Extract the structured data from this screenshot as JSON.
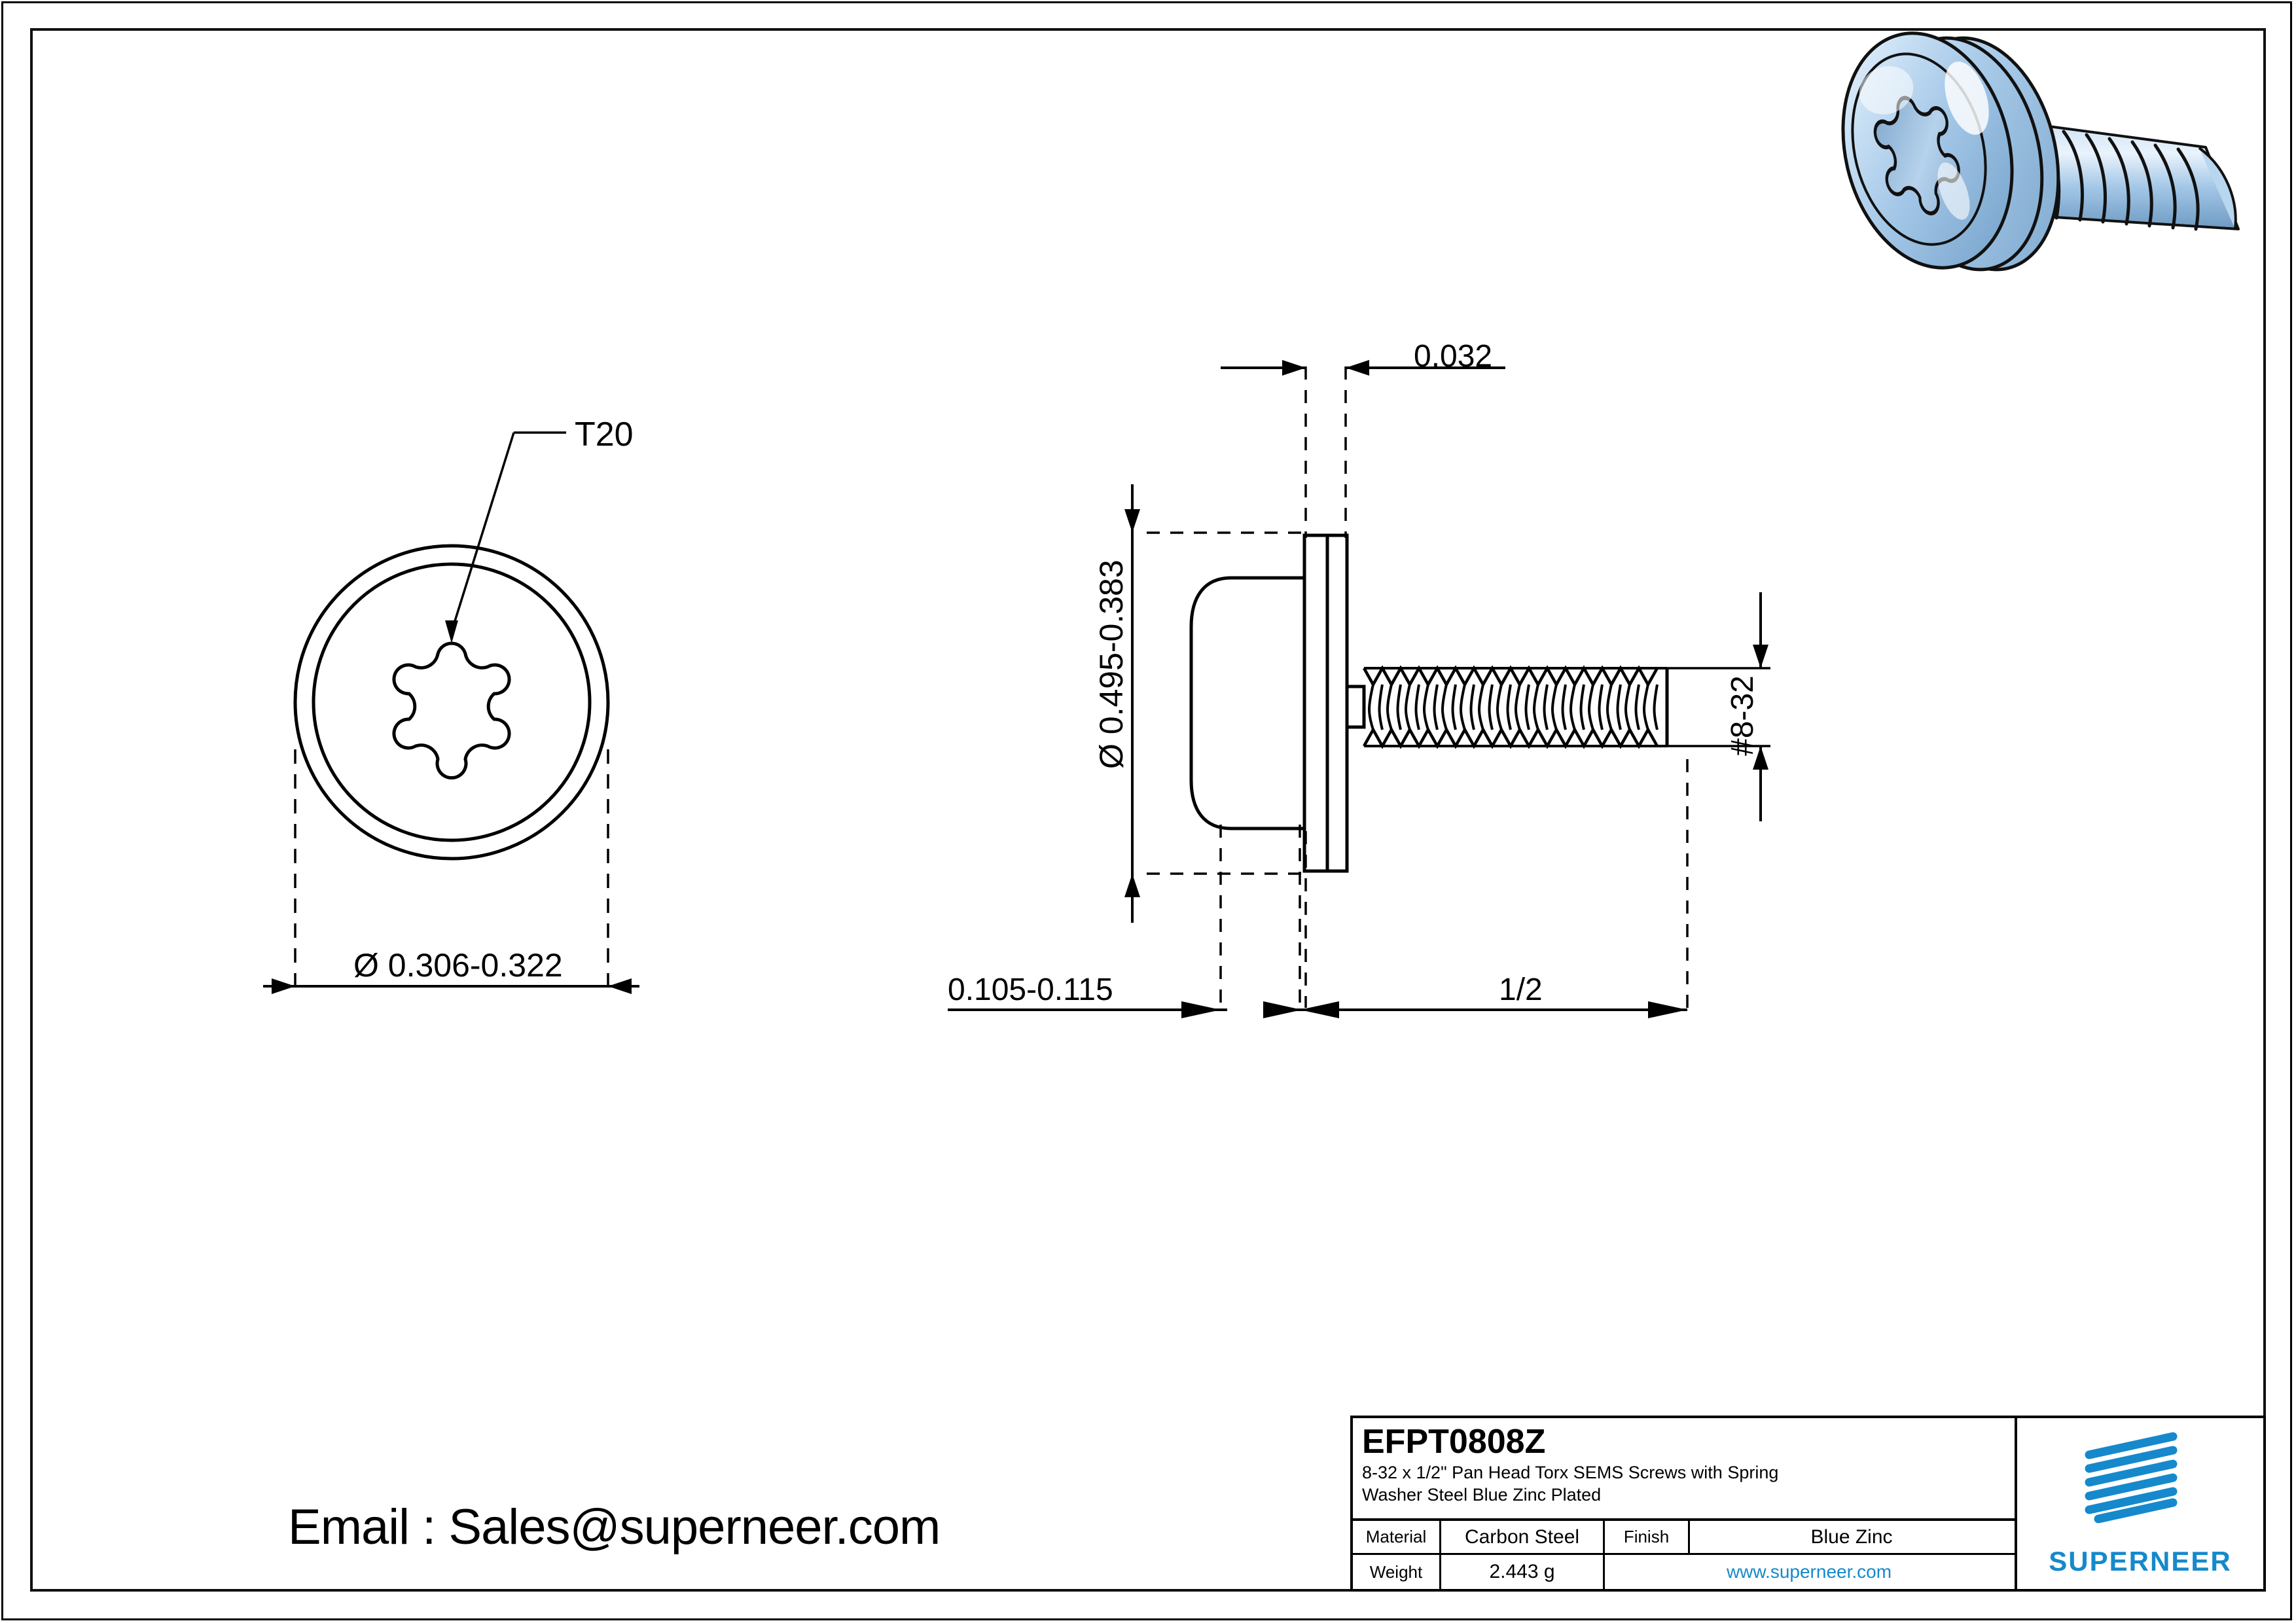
{
  "sheet": {
    "background_color": "#ffffff",
    "line_color": "#000000",
    "accent_color": "#1589CC"
  },
  "contact": {
    "email_text": "Email : Sales@superneer.com"
  },
  "front_view": {
    "callout_label": "T20",
    "diameter_dimension": "Ø 0.306-0.322",
    "drive_type": "torx-6-lobe"
  },
  "side_view": {
    "washer_thickness_dimension": "0.032",
    "head_diameter_dimension": "Ø 0.495-0.383",
    "head_height_dimension": "0.105-0.115",
    "thread_length_dimension": "1/2",
    "thread_size_dimension": "#8-32"
  },
  "isometric_view": {
    "label": "screw-3d-render",
    "body_color": "#9dc3e6",
    "highlight_color": "#e8f2fb",
    "shadow_color": "#6f9bc4"
  },
  "title_block": {
    "part_number": "EFPT0808Z",
    "description_line1": "8-32 x 1/2\" Pan Head Torx SEMS Screws with Spring",
    "description_line2": "Washer Steel Blue Zinc Plated",
    "rows": [
      {
        "label": "Material",
        "value": "Carbon Steel",
        "label2": "Finish",
        "value2": "Blue Zinc"
      },
      {
        "label": "Weight",
        "value": "2.443 g",
        "url": "www.superneer.com"
      }
    ],
    "brand": "SUPERNEER"
  }
}
